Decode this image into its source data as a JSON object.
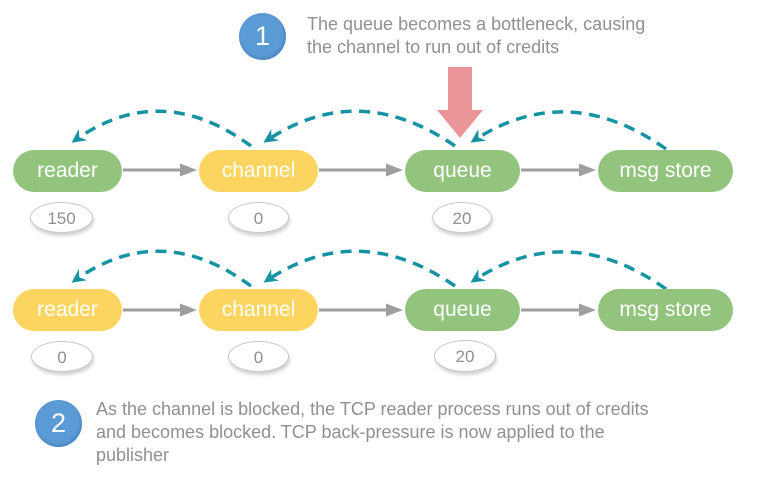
{
  "colors": {
    "step_badge": "#5b9bd5",
    "node_green": "#93c47d",
    "node_yellow": "#fbd55f",
    "credit_flow": "#1693a3",
    "message_flow": "#9e9e9e",
    "bottleneck": "#ea9597",
    "annotation_text": "#909090"
  },
  "annotations": {
    "step1": {
      "number": "1",
      "lines": [
        "The queue becomes a bottleneck, causing",
        "the channel to run out of credits"
      ]
    },
    "step2": {
      "number": "2",
      "lines": [
        "As the channel is blocked, the TCP reader process runs out of credits",
        "and becomes blocked. TCP back-pressure is now applied to the",
        "publisher"
      ]
    }
  },
  "diagram": {
    "rows": [
      {
        "name": "row-1",
        "nodes": [
          {
            "label": "reader",
            "fill": "#93c47d",
            "credits": "150"
          },
          {
            "label": "channel",
            "fill": "#fbd55f",
            "credits": "0"
          },
          {
            "label": "queue",
            "fill": "#93c47d",
            "credits": "20"
          },
          {
            "label": "msg store",
            "fill": "#93c47d"
          }
        ]
      },
      {
        "name": "row-2",
        "nodes": [
          {
            "label": "reader",
            "fill": "#fbd55f",
            "credits": "0"
          },
          {
            "label": "channel",
            "fill": "#fbd55f",
            "credits": "0"
          },
          {
            "label": "queue",
            "fill": "#93c47d",
            "credits": "20"
          },
          {
            "label": "msg store",
            "fill": "#93c47d"
          }
        ]
      }
    ]
  }
}
